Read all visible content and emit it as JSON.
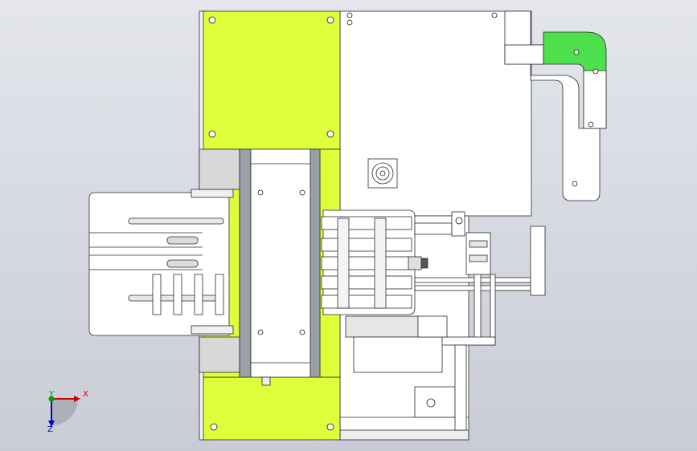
{
  "view": {
    "background_top": "#e4e6ec",
    "background_bottom": "#c9ccd6",
    "colors": {
      "plate": "#ffffff",
      "highlight_face": "#deff3a",
      "bracket": "#4ee04c",
      "edge": "#2a2a2a",
      "shadow": "#9aa0a8"
    }
  },
  "triad": {
    "x_label": "X",
    "y_label": "Y",
    "z_label": "Z",
    "x_color": "#d00000",
    "y_color": "#00a000",
    "z_color": "#0000c8"
  }
}
